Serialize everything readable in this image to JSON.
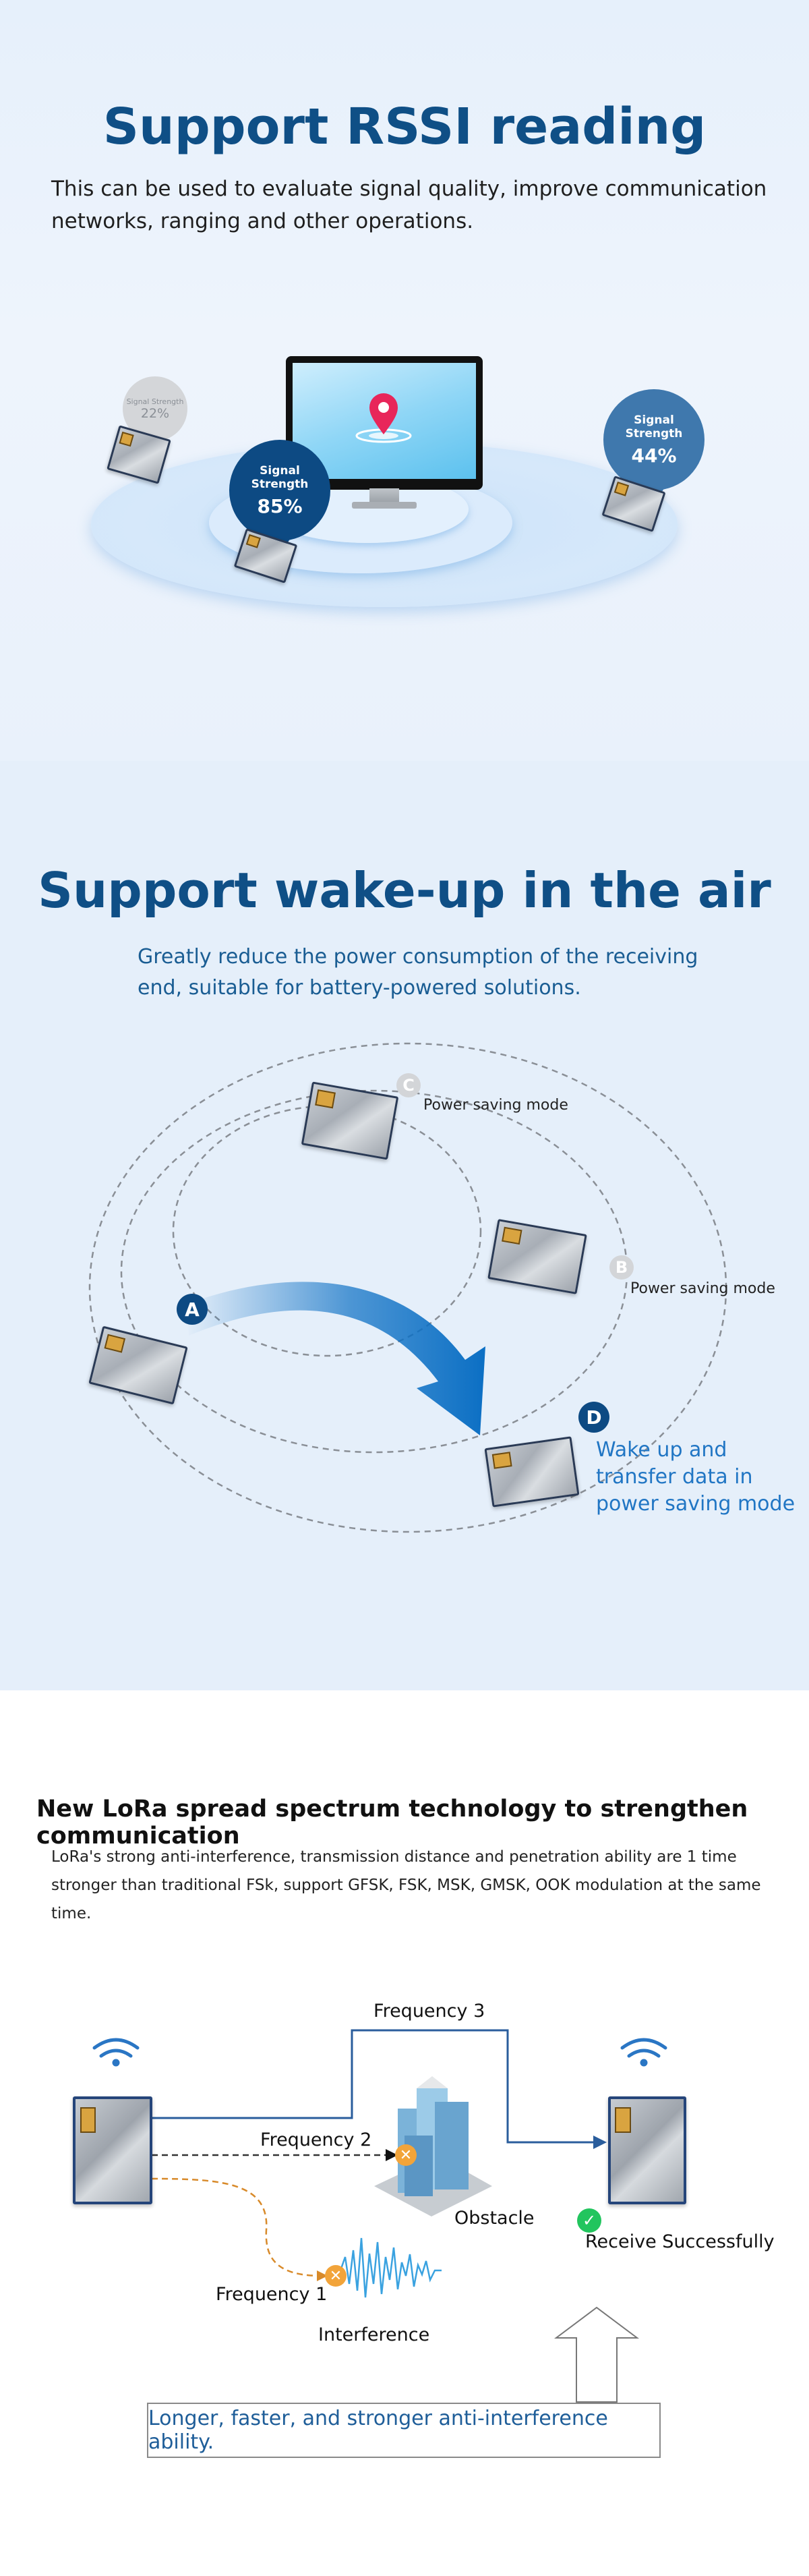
{
  "rssi": {
    "title": "Support RSSI reading",
    "description": "This can be used to evaluate signal quality, improve communication networks, ranging and other operations.",
    "pins": [
      {
        "label": "Signal Strength",
        "value": "22%"
      },
      {
        "label": "Signal Strength",
        "value": "85%"
      },
      {
        "label": "Signal Strength",
        "value": "44%"
      }
    ]
  },
  "wakeup": {
    "title": "Support wake-up in the air",
    "description": "Greatly reduce the power consumption of the receiving end, suitable for battery-powered solutions.",
    "letters": {
      "a": "A",
      "b": "B",
      "c": "C",
      "d": "D"
    },
    "power_saving_c": "Power saving mode",
    "power_saving_b": "Power saving mode",
    "wake_text": "Wake up and transfer data in power saving mode"
  },
  "lora": {
    "title": "New LoRa spread spectrum technology to strengthen communication",
    "description": "LoRa's strong anti-interference, transmission distance and penetration ability are 1 time stronger than traditional FSk, support GFSK, FSK, MSK, GMSK, OOK modulation at the same time.",
    "frequency_3": "Frequency 3",
    "frequency_2": "Frequency 2",
    "frequency_1": "Frequency 1",
    "obstacle": "Obstacle",
    "interference": "Interference",
    "receive": "Receive Successfully",
    "bottom_text": "Longer, faster, and stronger anti-interference ability."
  },
  "colors": {
    "brand_blue": "#0f4f86",
    "pin_dark": "#0d4a83",
    "pin_mid": "#3f78ad",
    "pin_light": "#d2d4d7",
    "arrow_blue": "#0b6fc4",
    "check_green": "#22c55e",
    "warn_orange": "#f2a43a"
  }
}
